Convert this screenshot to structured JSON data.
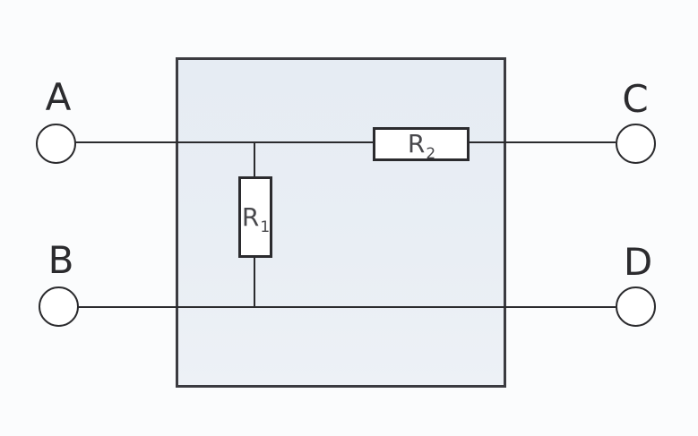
{
  "diagram": {
    "kind": "two-port-network-circuit",
    "terminals": [
      {
        "id": "A",
        "label": "A",
        "position": "top-left"
      },
      {
        "id": "B",
        "label": "B",
        "position": "bottom-left"
      },
      {
        "id": "C",
        "label": "C",
        "position": "top-right"
      },
      {
        "id": "D",
        "label": "D",
        "position": "bottom-right"
      }
    ],
    "components": [
      {
        "id": "R1",
        "label": "R",
        "subscript": "1",
        "type": "resistor",
        "orientation": "vertical",
        "connection": "shunt between top rail (A-C) and bottom rail (B-D)"
      },
      {
        "id": "R2",
        "label": "R",
        "subscript": "2",
        "type": "resistor",
        "orientation": "horizontal",
        "connection": "series in top rail between shunt node and terminal C"
      }
    ],
    "wires": [
      {
        "id": "top-rail",
        "from": "A",
        "to": "C"
      },
      {
        "id": "bottom-rail",
        "from": "B",
        "to": "D"
      },
      {
        "id": "shunt-branch",
        "from": "top-rail",
        "to": "bottom-rail"
      }
    ],
    "colors": {
      "background": "#fbfcfd",
      "box_fill": "#e8edf4",
      "box_border": "#3b3b40",
      "line": "#2b2b2e",
      "text": "#2b2b2e",
      "component_fill": "#ffffff"
    }
  }
}
